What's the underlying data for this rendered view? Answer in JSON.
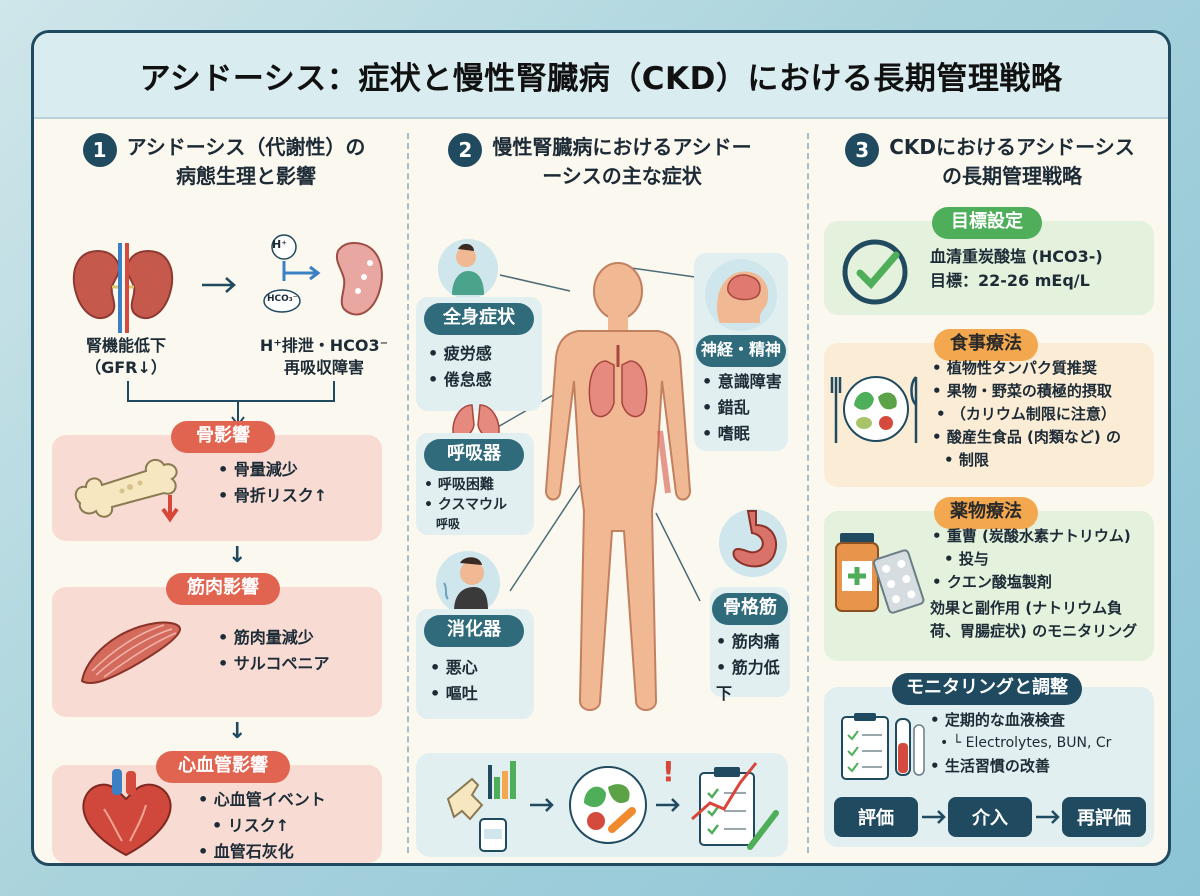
{
  "title": "アシドーシス：症状と慢性腎臓病（CKD）における長期管理戦略",
  "colors": {
    "navy": "#1f4a5f",
    "red": "#e06450",
    "green": "#4fae5a",
    "orange": "#f3a74e",
    "panel_blue": "#e2eff0",
    "panel_pink": "#f8dcd4",
    "panel_green": "#e4f1dd",
    "panel_orange": "#fbecd6"
  },
  "sec1": {
    "num": "1",
    "title_line1": "アシドーシス（代謝性）の",
    "title_line2": "病態生理と影響",
    "kidney_label_line1": "腎機能低下",
    "kidney_label_line2": "（GFR↓）",
    "h_label": "H⁺",
    "hco3_label": "HCO₃⁻",
    "excretion_label_line1": "H⁺排泄・HCO3⁻",
    "excretion_label_line2": "再吸収障害",
    "bone": {
      "title": "骨影響",
      "items": [
        "骨量減少",
        "骨折リスク↑"
      ]
    },
    "muscle": {
      "title": "筋肉影響",
      "items": [
        "筋肉量減少",
        "サルコペニア"
      ]
    },
    "cardio": {
      "title": "心血管影響",
      "items": [
        "心血管イベント",
        "リスク↑",
        "血管石灰化"
      ]
    }
  },
  "sec2": {
    "num": "2",
    "title_line1": "慢性腎臓病におけるアシドー",
    "title_line2": "ーシスの主な症状",
    "general": {
      "title": "全身症状",
      "items": [
        "疲労感",
        "倦怠感"
      ]
    },
    "respiratory": {
      "title": "呼吸器",
      "items": [
        "呼吸困難",
        "クスマウル"
      ],
      "extra": "呼吸"
    },
    "digestive": {
      "title": "消化器",
      "items": [
        "悪心",
        "嘔吐"
      ]
    },
    "neuro": {
      "title": "神経・精神",
      "items": [
        "意識障害",
        "錯乱",
        "嗜眠"
      ]
    },
    "skeletal": {
      "title": "骨格筋",
      "items": [
        "筋肉痛",
        "筋力低下"
      ]
    },
    "alert_mark": "!"
  },
  "sec3": {
    "num": "3",
    "title_line1": "CKDにおけるアシドーシス",
    "title_line2": "の長期管理戦略",
    "goal": {
      "title": "目標設定",
      "line1": "血清重炭酸塩 (HCO3-)",
      "line2": "目標：22-26 mEq/L"
    },
    "diet": {
      "title": "食事療法",
      "items": [
        "植物性タンパク質推奨",
        "果物・野菜の積極的摂取"
      ],
      "item2_sub": "（カリウム制限に注意）",
      "item3": "酸産生食品 (肉類など) の",
      "item3_sub": "制限"
    },
    "drug": {
      "title": "薬物療法",
      "item1": "重曹 (炭酸水素ナトリウム)",
      "item1_sub": "投与",
      "item2": "クエン酸塩製剤",
      "note_line1": "効果と副作用 (ナトリウム負",
      "note_line2": "荷、胃腸症状) のモニタリング"
    },
    "monitor": {
      "title": "モニタリングと調整",
      "item1": "定期的な血液検査",
      "item1_sub": "└ Electrolytes, BUN, Cr",
      "item2": "生活習慣の改善"
    },
    "flow": [
      "評価",
      "介入",
      "再評価"
    ]
  }
}
